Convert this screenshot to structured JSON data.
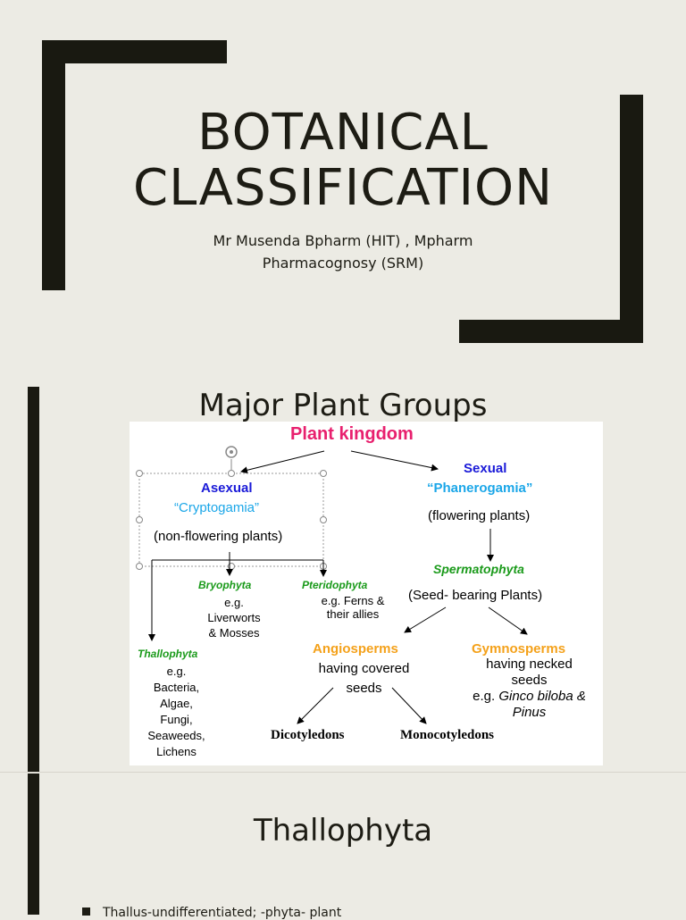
{
  "slide1": {
    "title_line1": "BOTANICAL",
    "title_line2": "CLASSIFICATION",
    "author_line1": "Mr Musenda Bpharm (HIT) , Mpharm",
    "author_line2": "Pharmacognosy (SRM)"
  },
  "slide2": {
    "title": "Major Plant Groups",
    "diagram": {
      "root": "Plant kingdom",
      "asexual": {
        "label": "Asexual",
        "name": "“Cryptogamia”",
        "desc": "(non-flowering plants)"
      },
      "sexual": {
        "label": "Sexual",
        "name": "“Phanerogamia”",
        "desc": "(flowering plants)"
      },
      "bryophyta": {
        "label": "Bryophyta",
        "ex1": "e.g.",
        "ex2": "Liverworts",
        "ex3": "& Mosses"
      },
      "pteridophyta": {
        "label": "Pteridophyta",
        "ex1": "e.g. Ferns &",
        "ex2": "their allies"
      },
      "thallophyta": {
        "label": "Thallophyta",
        "ex1": "e.g.",
        "ex2": "Bacteria,",
        "ex3": "Algae,",
        "ex4": "Fungi,",
        "ex5": "Seaweeds,",
        "ex6": "Lichens"
      },
      "spermatophyta": {
        "label": "Spermatophyta",
        "desc": "(Seed- bearing Plants)"
      },
      "angiosperms": {
        "label": "Angiosperms",
        "desc1": "having covered",
        "desc2": "seeds"
      },
      "gymnosperms": {
        "label": "Gymnosperms",
        "desc1": "having necked",
        "desc2": "seeds",
        "ex_prefix": "e.g.",
        "ex_italic": "Ginco biloba &",
        "ex_italic2": "Pinus"
      },
      "dicot": "Dicotyledons",
      "monocot": "Monocotyledons"
    },
    "colors": {
      "root": "#e8206e",
      "blue": "#1a1ad8",
      "cyan": "#1aa6e8",
      "green": "#1a9a1a",
      "orange": "#f4a11a"
    }
  },
  "slide3": {
    "title": "Thallophyta",
    "bullet": "Thallus-undifferentiated; -phyta- plant"
  }
}
